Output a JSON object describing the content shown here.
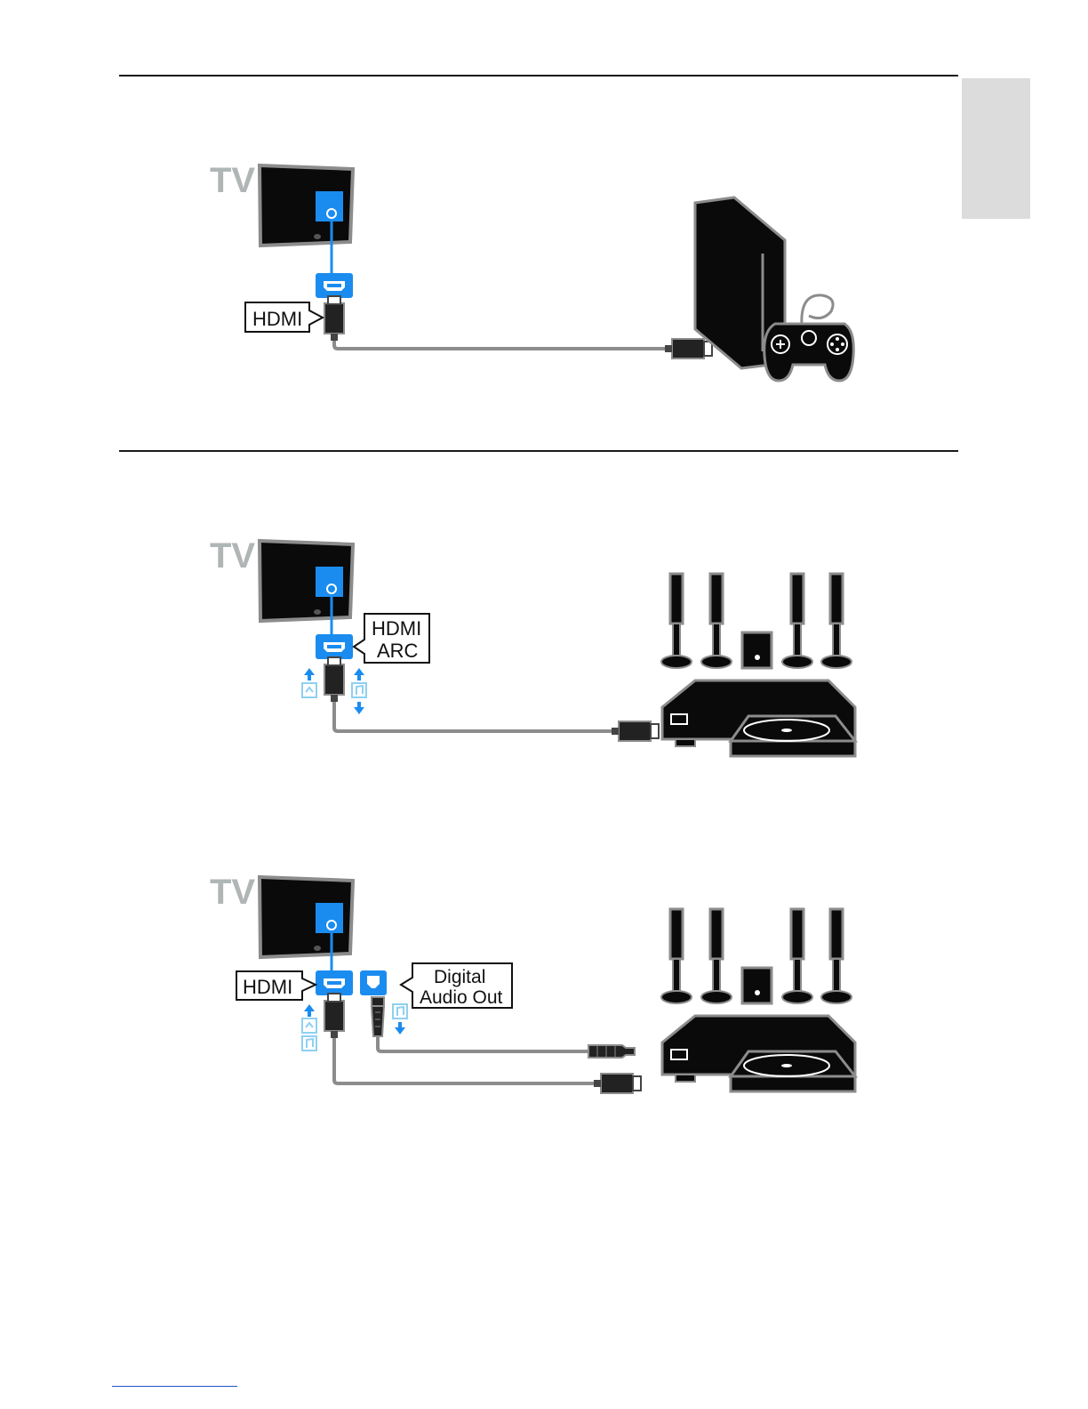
{
  "colors": {
    "accent_blue": "#1a8cf0",
    "light_blue": "#8fd0f0",
    "cable_gray": "#8c8c8c",
    "device_black": "#0a0a0a",
    "tv_label_gray": "#b0b5b5",
    "side_tab_gray": "#dcdcdc"
  },
  "diagram_game": {
    "tv_label": "TV",
    "port_label": "HDMI",
    "device_icon": "game-console-icon"
  },
  "diagram_hts_arc": {
    "tv_label": "TV",
    "port_label_line1": "HDMI",
    "port_label_line2": "ARC",
    "device_icon": "home-theatre-system-icon"
  },
  "diagram_hts_optical": {
    "tv_label": "TV",
    "hdmi_label": "HDMI",
    "optical_label_line1": "Digital",
    "optical_label_line2": "Audio Out",
    "device_icon": "home-theatre-system-icon"
  }
}
